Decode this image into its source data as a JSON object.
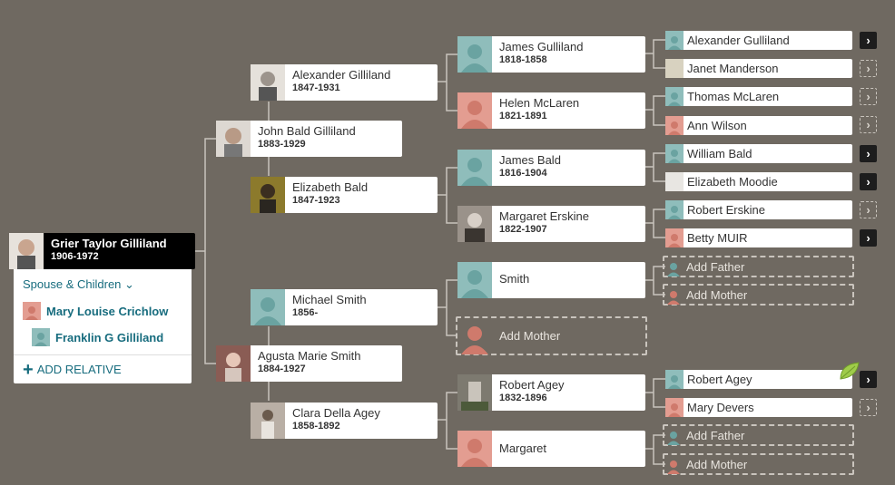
{
  "focus": {
    "name": "Grier Taylor Gilliland",
    "dates": "1906-1972"
  },
  "panel": {
    "spouse_children_label": "Spouse & Children",
    "spouse": "Mary Louise Crichlow",
    "child": "Franklin G Gilliland",
    "add_relative": "ADD RELATIVE"
  },
  "parents": {
    "father": {
      "name": "John Bald Gilliland",
      "dates": "1883-1929"
    },
    "mother": {
      "name": "Agusta Marie Smith",
      "dates": "1884-1927"
    }
  },
  "grandparents": {
    "pf": {
      "name": "Alexander Gilliland",
      "dates": "1847-1931"
    },
    "pm": {
      "name": "Elizabeth Bald",
      "dates": "1847-1923"
    },
    "mf": {
      "name": "Michael Smith",
      "dates": "1856-"
    },
    "mm": {
      "name": "Clara Della Agey",
      "dates": "1858-1892"
    }
  },
  "great_grandparents": {
    "g1": {
      "name": "James Gulliland",
      "dates": "1818-1858"
    },
    "g2": {
      "name": "Helen McLaren",
      "dates": "1821-1891"
    },
    "g3": {
      "name": "James Bald",
      "dates": "1816-1904"
    },
    "g4": {
      "name": "Margaret Erskine",
      "dates": "1822-1907"
    },
    "g5": {
      "name": "Smith",
      "dates": ""
    },
    "g6": {
      "name": "Add Mother",
      "dates": ""
    },
    "g7": {
      "name": "Robert Agey",
      "dates": "1832-1896"
    },
    "g8": {
      "name": "Margaret",
      "dates": ""
    }
  },
  "gen5": [
    {
      "name": "Alexander Gulliland"
    },
    {
      "name": "Janet Manderson"
    },
    {
      "name": "Thomas McLaren"
    },
    {
      "name": "Ann Wilson"
    },
    {
      "name": "William Bald"
    },
    {
      "name": "Elizabeth Moodie"
    },
    {
      "name": "Robert Erskine"
    },
    {
      "name": "Betty MUIR"
    },
    {
      "name": "Add Father"
    },
    {
      "name": "Add Mother"
    },
    {
      "name": "Robert Agey"
    },
    {
      "name": "Mary Devers"
    },
    {
      "name": "Add Father"
    },
    {
      "name": "Add Mother"
    }
  ],
  "arrow_glyph": "›",
  "icons": {
    "person": "person-silhouette-icon",
    "chevron": "chevron-down-icon",
    "plus": "plus-icon",
    "arrow": "chevron-right-icon",
    "leaf": "leaf-hint-icon"
  },
  "colors": {
    "background": "#6f6961",
    "male": "#8fbdbb",
    "female": "#e39d91",
    "link": "#176c7e"
  }
}
